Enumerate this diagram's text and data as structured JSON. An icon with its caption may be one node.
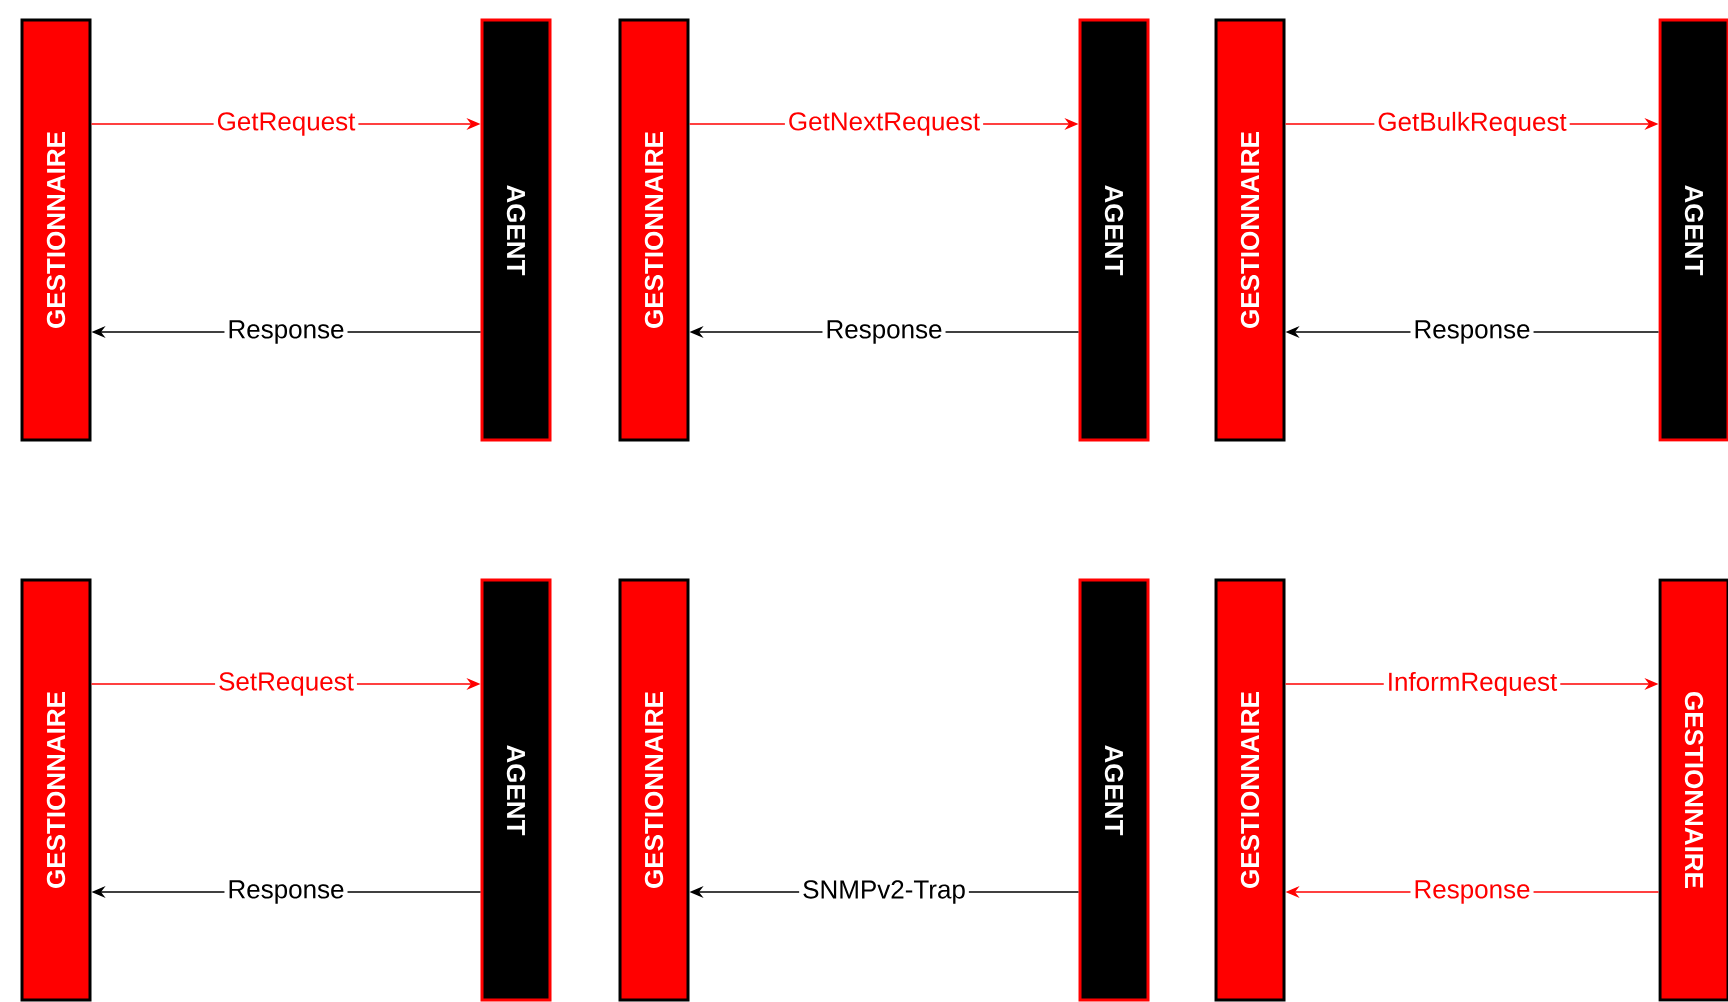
{
  "diagram": {
    "nodes": [
      {
        "text": [
          "GESTIONNAIRE"
        ]
      },
      {
        "text": [
          "AGENT"
        ]
      },
      {
        "text": [
          "GESTIONNAIRE"
        ]
      },
      {
        "text": [
          "AGENT"
        ]
      },
      {
        "text": [
          "GESTIONNAIRE"
        ]
      },
      {
        "text": [
          "AGENT"
        ]
      },
      {
        "text": [
          "GESTIONNAIRE"
        ]
      },
      {
        "text": [
          "AGENT"
        ]
      },
      {
        "text": [
          "GESTIONNAIRE"
        ]
      },
      {
        "text": [
          "AGENT"
        ]
      },
      {
        "text": [
          "GESTIONNAIRE"
        ]
      },
      {
        "text": [
          "GESTIONNAIRE"
        ]
      }
    ],
    "edges": [
      {
        "from": 0,
        "to": 1,
        "arrow": "to",
        "label": "GetRequest",
        "color": "#ff0000"
      },
      {
        "from": 1,
        "to": 0,
        "arrow": "to",
        "label": "Response",
        "color": "#000000"
      },
      {
        "from": 2,
        "to": 3,
        "arrow": "to",
        "label": "GetNextRequest",
        "color": "#ff0000"
      },
      {
        "from": 3,
        "to": 2,
        "arrow": "to",
        "label": "Response",
        "color": "#000000"
      },
      {
        "from": 4,
        "to": 5,
        "arrow": "to",
        "label": "GetBulkRequest",
        "color": "#ff0000"
      },
      {
        "from": 5,
        "to": 4,
        "arrow": "to",
        "label": "Response",
        "color": "#000000"
      },
      {
        "from": 6,
        "to": 7,
        "arrow": "to",
        "label": "SetRequest",
        "color": "#ff0000"
      },
      {
        "from": 7,
        "to": 6,
        "arrow": "to",
        "label": "Response",
        "color": "#000000"
      },
      {
        "from": 9,
        "to": 8,
        "arrow": "to",
        "label": "SNMPv2-Trap",
        "color": "#000000"
      },
      {
        "from": 10,
        "to": 11,
        "arrow": "to",
        "label": "InformRequest",
        "color": "#ff0000"
      },
      {
        "from": 11,
        "to": 10,
        "arrow": "to",
        "label": "Response",
        "color": "#ff0000"
      }
    ]
  }
}
